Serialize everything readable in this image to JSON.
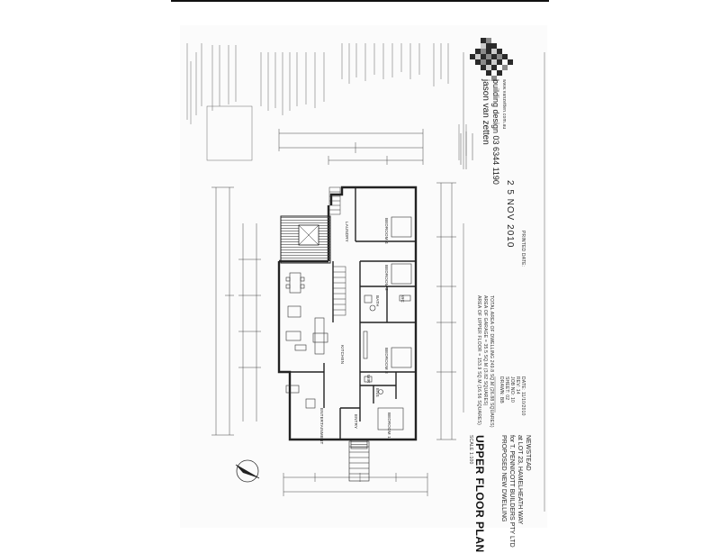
{
  "drawing": {
    "title": "UPPER FLOOR PLAN",
    "scale": "SCALE 1:100",
    "project_lines": [
      "PROPOSED NEW DWELLING",
      "for T. PENNICOTT BUILDERS PTY LTD",
      "at LOT 23, HAMELHEATH WAY",
      "NEWSTEAD"
    ],
    "date_stamp": "2 5 NOV 2010",
    "date_prefix": "PRINTED DATE:",
    "firm_name": "jason van zetten",
    "firm_line": "building design 03 6344 1190",
    "firm_web": "www.vanzetten.com.au",
    "area_lines": [
      "AREA OF UPPER FLOOR = 153.9 SQ.M (16.56 SQUARES)",
      "AREA OF GARAGE = 35.5 SQ.M (3.82 SQUARES)",
      "TOTAL AREA OF DWELLING 249.8 SQ.M (26.88 SQUARES)"
    ],
    "sheet_info": [
      "DRAWN: BB",
      "SHEET: 02",
      "JOB NO: 10",
      "REV: 14",
      "DATE: 11/10/2010"
    ]
  },
  "rooms": [
    {
      "id": "laundry",
      "label": "LAUNDRY"
    },
    {
      "id": "bedroom4",
      "label": "BEDROOM 4"
    },
    {
      "id": "bedroom2",
      "label": "BEDROOM 2"
    },
    {
      "id": "bath",
      "label": "BATH"
    },
    {
      "id": "wc",
      "label": "WC"
    },
    {
      "id": "bedroom3",
      "label": "BEDROOM 3"
    },
    {
      "id": "kitchen",
      "label": "KITCHEN"
    },
    {
      "id": "entertainment",
      "label": "ENTERTAINMENT"
    },
    {
      "id": "bedroom1",
      "label": "BEDROOM 1"
    },
    {
      "id": "ens",
      "label": "ENS"
    },
    {
      "id": "wir",
      "label": "WIR"
    },
    {
      "id": "entry",
      "label": "ENTRY"
    }
  ],
  "colors": {
    "wall": "#222222",
    "deck_hatch": "#555555",
    "logo_dark": "#2a2a2a",
    "logo_mid": "#8a8a8a",
    "logo_light": "#cccccc"
  }
}
